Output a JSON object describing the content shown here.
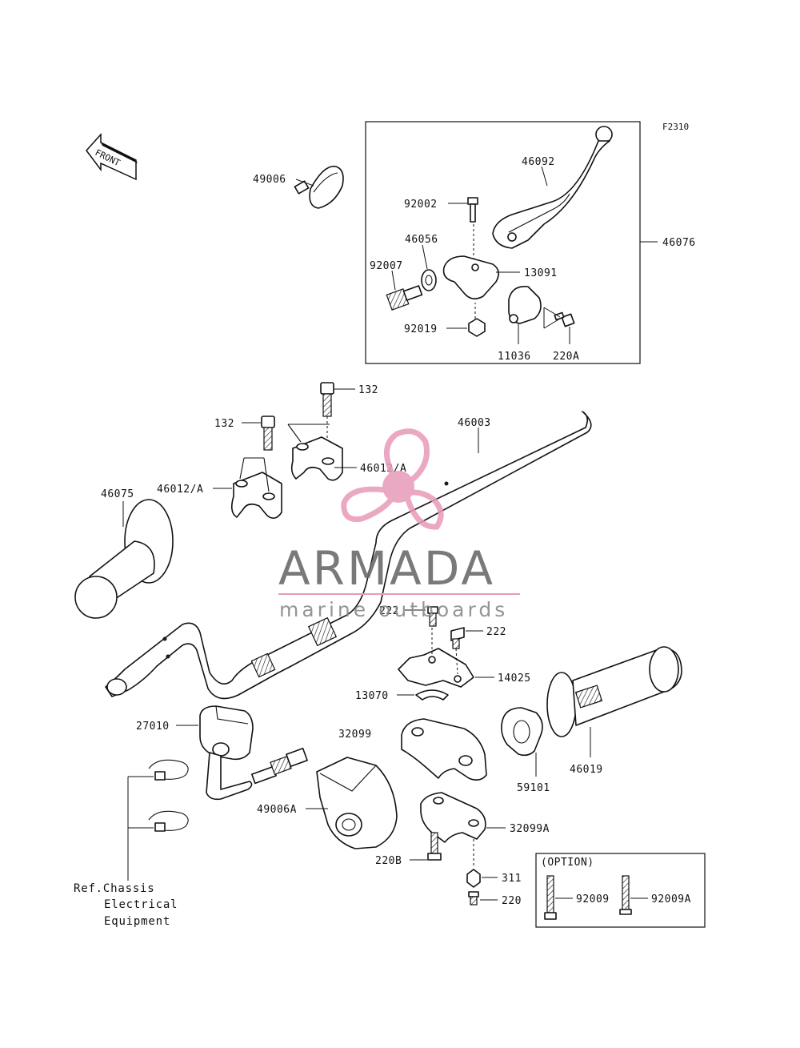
{
  "figure_code": "F2310",
  "front_marker": "FRONT",
  "watermark": {
    "brand": "ARMADA",
    "tagline": "marine outboards",
    "accent_color": "#e89ab8",
    "logo_icon": "propeller-icon"
  },
  "callouts": {
    "p49006": "49006",
    "p46092": "46092",
    "p46076": "46076",
    "p92002": "92002",
    "p46056": "46056",
    "p92007": "92007",
    "p13091": "13091",
    "p92019": "92019",
    "p11036": "11036",
    "p220A": "220A",
    "p132_top": "132",
    "p132_left": "132",
    "p46003": "46003",
    "p46012A_right": "46012/A",
    "p46012A_left": "46012/A",
    "p46075": "46075",
    "p222_left": "222",
    "p222_right": "222",
    "p14025": "14025",
    "p13070": "13070",
    "p27010": "27010",
    "p32099": "32099",
    "p46019": "46019",
    "p59101": "59101",
    "p49006A": "49006A",
    "p32099A": "32099A",
    "p220B": "220B",
    "p311": "311",
    "p220": "220"
  },
  "option_box": {
    "title": "(OPTION)",
    "parts": [
      "92009",
      "92009A"
    ]
  },
  "reference_note": [
    "Ref.Chassis",
    "Electrical",
    "Equipment"
  ]
}
